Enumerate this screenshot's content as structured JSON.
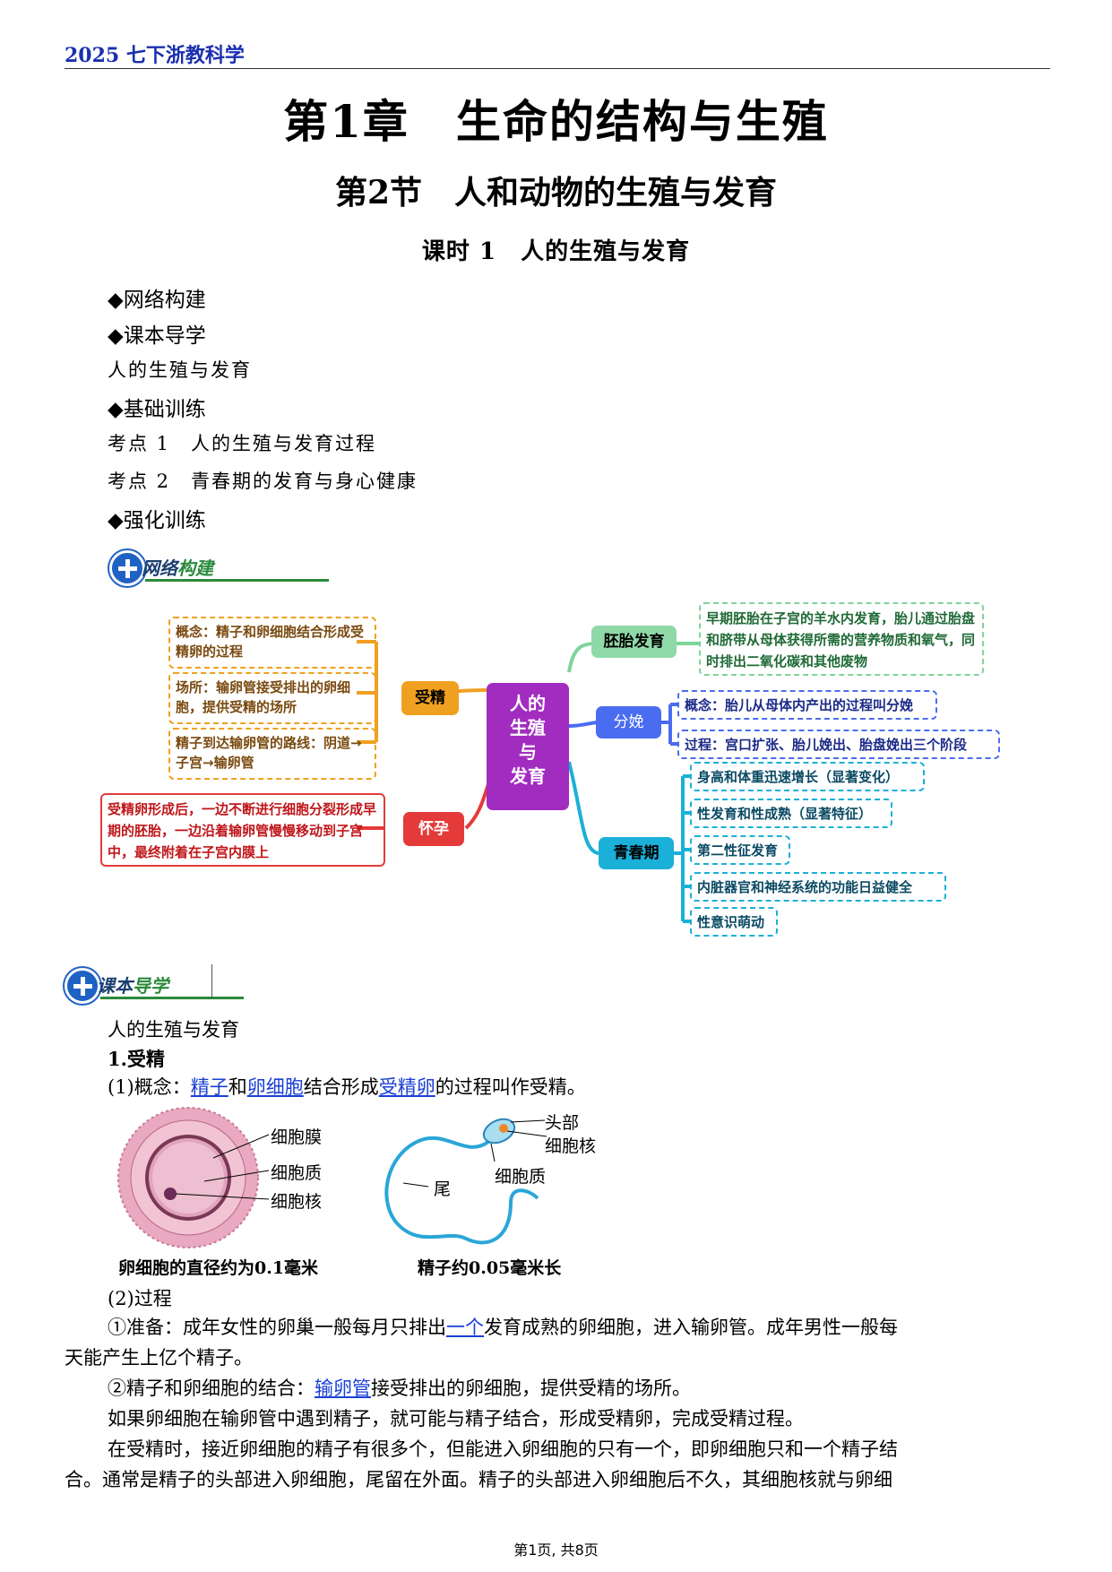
{
  "header": {
    "text": "2025 七下浙教科学"
  },
  "titles": {
    "chapter": "第1章　生命的结构与生殖",
    "section": "第2节　人和动物的生殖与发育",
    "lesson": "课时 1　人的生殖与发育"
  },
  "toc": [
    "◆网络构建",
    "◆课本导学",
    "人的生殖与发育",
    "◆基础训练",
    "考点 1　人的生殖与发育过程",
    "考点 2　青春期的发育与身心健康",
    "◆强化训练"
  ],
  "badges": {
    "network": {
      "a": "网络",
      "b": "构建"
    },
    "textbook": {
      "a": "课本",
      "b": "导学"
    }
  },
  "mindmap": {
    "center": "人的\n生殖\n与\n发育",
    "fertilization": {
      "label": "受精",
      "items": [
        "概念：精子和卵细胞结合形成受精卵的过程",
        "场所：输卵管接受排出的卵细胞，提供受精的场所",
        "精子到达输卵管的路线：阴道→子宫→输卵管"
      ]
    },
    "pregnancy": {
      "label": "怀孕",
      "items": [
        "受精卵形成后，一边不断进行细胞分裂形成早期的胚胎，一边沿着输卵管慢慢移动到子宫中，最终附着在子宫内膜上"
      ]
    },
    "embryo": {
      "label": "胚胎发育",
      "items": [
        "早期胚胎在子宫的羊水内发育，胎儿通过胎盘和脐带从母体获得所需的营养物质和氧气，同时排出二氧化碳和其他废物"
      ]
    },
    "delivery": {
      "label": "分娩",
      "items": [
        "概念：胎儿从母体内产出的过程叫分娩",
        "过程：宫口扩张、胎儿娩出、胎盘娩出三个阶段"
      ]
    },
    "puberty": {
      "label": "青春期",
      "items": [
        "身高和体重迅速增长（显著变化）",
        "性发育和性成熟（显著特征）",
        "第二性征发育",
        "内脏器官和神经系统的功能日益健全",
        "性意识萌动"
      ]
    }
  },
  "content": {
    "heading": "人的生殖与发育",
    "sub1": "1.受精",
    "concept": {
      "a": "(1)概念：",
      "sperm": "精子",
      "and": "和",
      "egg": "卵细胞",
      "b": "结合形成",
      "zygote": "受精卵",
      "c": "的过程叫作受精。"
    },
    "egg_fig": {
      "labels": [
        "细胞膜",
        "细胞质",
        "细胞核"
      ],
      "caption": "卵细胞的直径约为0.1毫米"
    },
    "sperm_fig": {
      "labels": [
        "头部",
        "细胞核",
        "细胞质",
        "尾"
      ],
      "caption": "精子约0.05毫米长"
    },
    "process": "(2)过程",
    "p1": {
      "a": "①准备：成年女性的卵巢一般每月只排出",
      "link": "一个",
      "b": "发育成熟的卵细胞，进入输卵管。成年男性一般每",
      "c": "天能产生上亿个精子。"
    },
    "p2": {
      "a": "②精子和卵细胞的结合：",
      "link": "输卵管",
      "b": "接受排出的卵细胞，提供受精的场所。"
    },
    "p3": "如果卵细胞在输卵管中遇到精子，就可能与精子结合，形成受精卵，完成受精过程。",
    "p4a": "在受精时，接近卵细胞的精子有很多个，但能进入卵细胞的只有一个，即卵细胞只和一个精子结",
    "p4b": "合。通常是精子的头部进入卵细胞，尾留在外面。精子的头部进入卵细胞后不久，其细胞核就与卵细"
  },
  "footer": "第1页, 共8页",
  "colors": {
    "orange": "#f0a020",
    "red": "#e53a3a",
    "green": "#7ed49a",
    "blue": "#4a6cf0",
    "cyan": "#1ab0d8",
    "purple": "#a22cc0"
  }
}
